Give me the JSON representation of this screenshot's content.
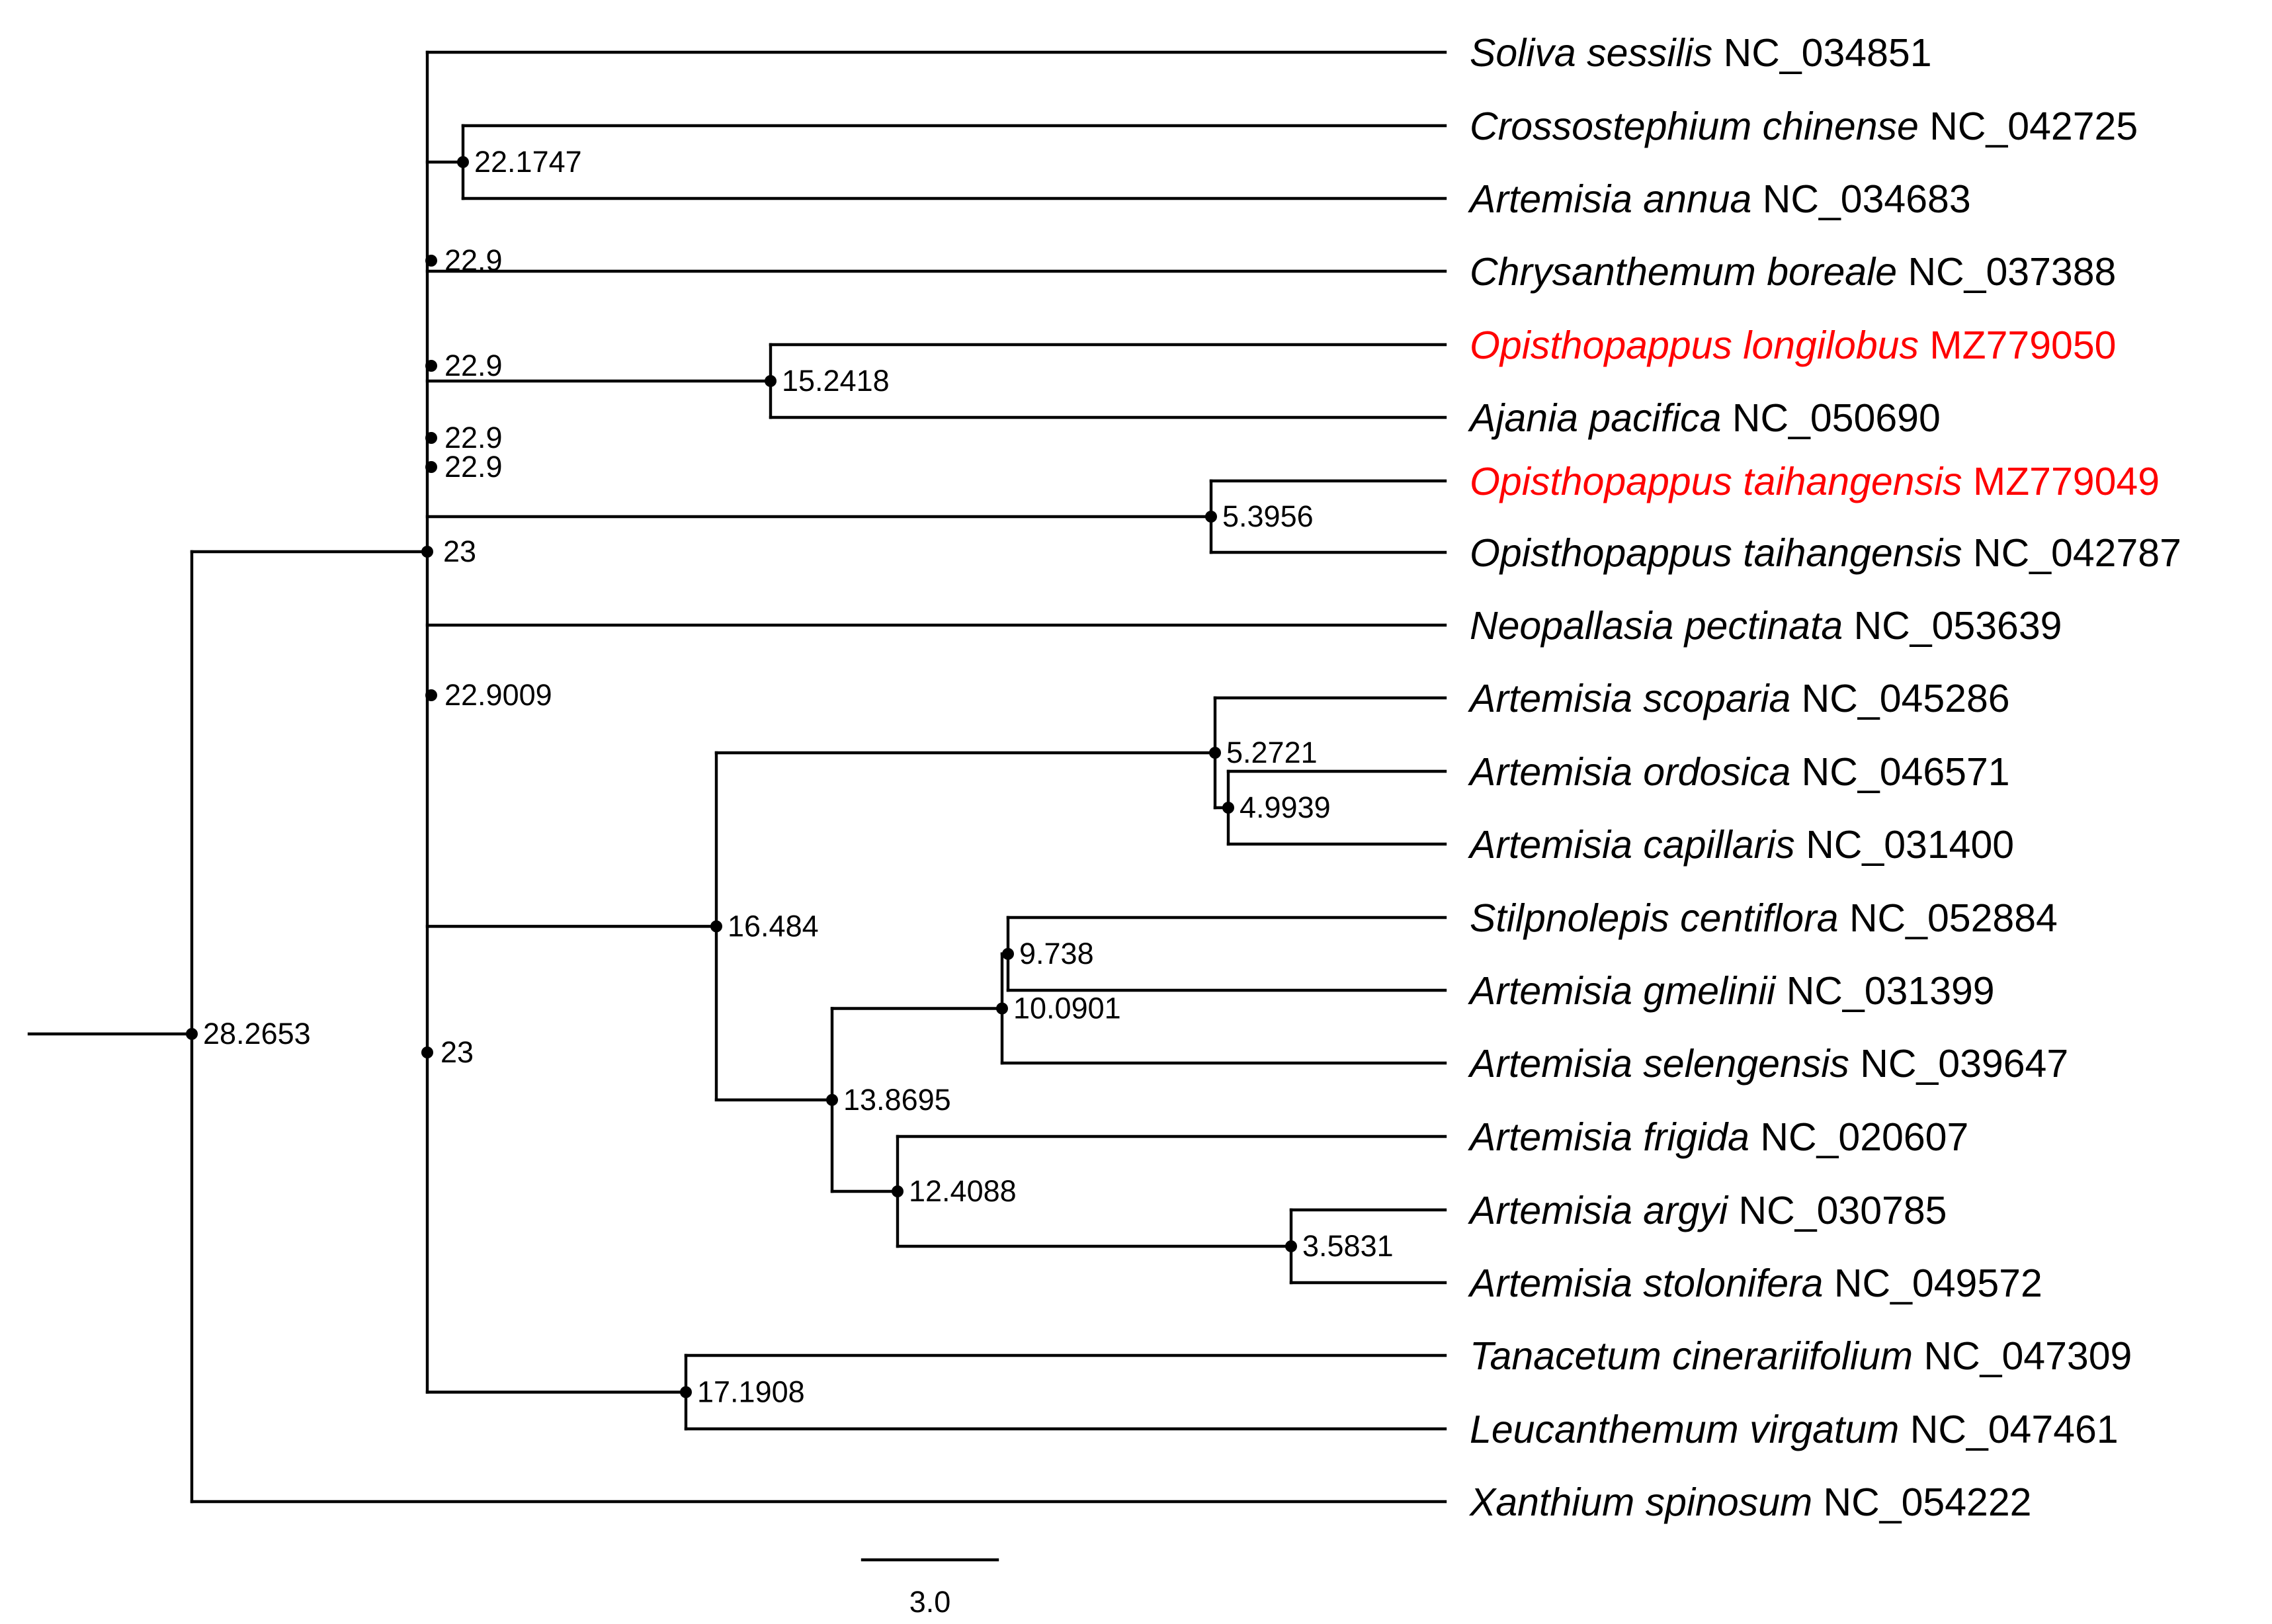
{
  "tree": {
    "colors": {
      "default": "#000000",
      "highlight": "#ff0000"
    },
    "scale_bar": {
      "label": "3.0"
    },
    "root": {
      "label": "28.2653",
      "children": [
        {
          "label": "23",
          "children": [
            {
              "tip": {
                "name": "Soliva sessilis",
                "accession": "NC_034851",
                "highlight": false
              }
            },
            {
              "label": "22.1747",
              "children": [
                {
                  "tip": {
                    "name": "Crossostephium chinense",
                    "accession": "NC_042725",
                    "highlight": false
                  }
                },
                {
                  "tip": {
                    "name": "Artemisia annua",
                    "accession": "NC_034683",
                    "highlight": false
                  }
                }
              ]
            },
            {
              "tip": {
                "name": "Chrysanthemum boreale",
                "accession": "NC_037388",
                "highlight": false
              }
            },
            {
              "label": "15.2418",
              "children": [
                {
                  "tip": {
                    "name": "Opisthopappus longilobus",
                    "accession": "MZ779050",
                    "highlight": true
                  }
                },
                {
                  "tip": {
                    "name": "Ajania pacifica",
                    "accession": "NC_050690",
                    "highlight": false
                  }
                }
              ]
            },
            {
              "label": "5.3956",
              "children": [
                {
                  "tip": {
                    "name": "Opisthopappus taihangensis",
                    "accession": "MZ779049",
                    "highlight": true
                  }
                },
                {
                  "tip": {
                    "name": "Opisthopappus taihangensis",
                    "accession": "NC_042787",
                    "highlight": false
                  }
                }
              ]
            },
            {
              "tip": {
                "name": "Neopallasia pectinata",
                "accession": "NC_053639",
                "highlight": false
              }
            },
            {
              "label": "16.484",
              "children": [
                {
                  "label": "5.2721",
                  "children": [
                    {
                      "tip": {
                        "name": "Artemisia scoparia",
                        "accession": "NC_045286",
                        "highlight": false
                      }
                    },
                    {
                      "label": "4.9939",
                      "children": [
                        {
                          "tip": {
                            "name": "Artemisia  ordosica",
                            "accession": "NC_046571",
                            "highlight": false
                          }
                        },
                        {
                          "tip": {
                            "name": "Artemisia  capillaris",
                            "accession": "NC_031400",
                            "highlight": false
                          }
                        }
                      ]
                    }
                  ]
                },
                {
                  "label": "13.8695",
                  "children": [
                    {
                      "label": "10.0901",
                      "children": [
                        {
                          "label": "9.738",
                          "children": [
                            {
                              "tip": {
                                "name": "Stilpnolepis centiflora",
                                "accession": "NC_052884",
                                "highlight": false
                              }
                            },
                            {
                              "tip": {
                                "name": "Artemisia gmelinii",
                                "accession": "NC_031399",
                                "highlight": false
                              }
                            }
                          ]
                        },
                        {
                          "tip": {
                            "name": "Artemisia selengensis",
                            "accession": "NC_039647",
                            "highlight": false
                          }
                        }
                      ]
                    },
                    {
                      "label": "12.4088",
                      "children": [
                        {
                          "tip": {
                            "name": "Artemisia frigida",
                            "accession": "NC_020607",
                            "highlight": false
                          }
                        },
                        {
                          "label": "3.5831",
                          "children": [
                            {
                              "tip": {
                                "name": "Artemisia argyi",
                                "accession": "NC_030785",
                                "highlight": false
                              }
                            },
                            {
                              "tip": {
                                "name": "Artemisia stolonifera",
                                "accession": "NC_049572",
                                "highlight": false
                              }
                            }
                          ]
                        }
                      ]
                    }
                  ]
                }
              ]
            },
            {
              "label": "17.1908",
              "children": [
                {
                  "tip": {
                    "name": "Tanacetum cinerariifolium",
                    "accession": "NC_047309",
                    "highlight": false
                  }
                },
                {
                  "tip": {
                    "name": "Leucanthemum virgatum",
                    "accession": "NC_047461",
                    "highlight": false
                  }
                }
              ]
            }
          ]
        },
        {
          "tip": {
            "name": "Xanthium spinosum",
            "accession": "NC_054222",
            "highlight": false
          }
        }
      ]
    },
    "extra_node_labels": [
      "22.9",
      "22.9",
      "22.9",
      "22.9",
      "22.9009",
      "23"
    ]
  }
}
